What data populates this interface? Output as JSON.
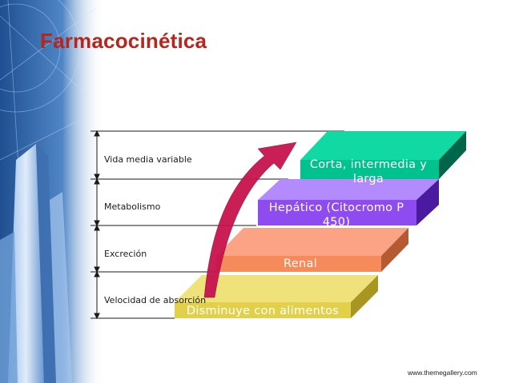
{
  "slide": {
    "title": "Farmacocinética",
    "row_labels": [
      "Vida media variable",
      "Metabolismo",
      "Excreción",
      "Velocidad de absorción"
    ],
    "steps": [
      {
        "text": "Corta, intermedia y larga",
        "color": "#00c28f"
      },
      {
        "text": "Hepático (Citocromo P 450)",
        "color": "#8e4cf0"
      },
      {
        "text": "Renal",
        "color": "#f58a5a"
      },
      {
        "text": "Disminuye con alimentos",
        "color": "#e3d04a"
      }
    ],
    "footer": "www.themegallery.com",
    "colors": {
      "title": "#b7251c",
      "arrow": "#c8124e",
      "background_left": "#2a5a9c"
    }
  }
}
